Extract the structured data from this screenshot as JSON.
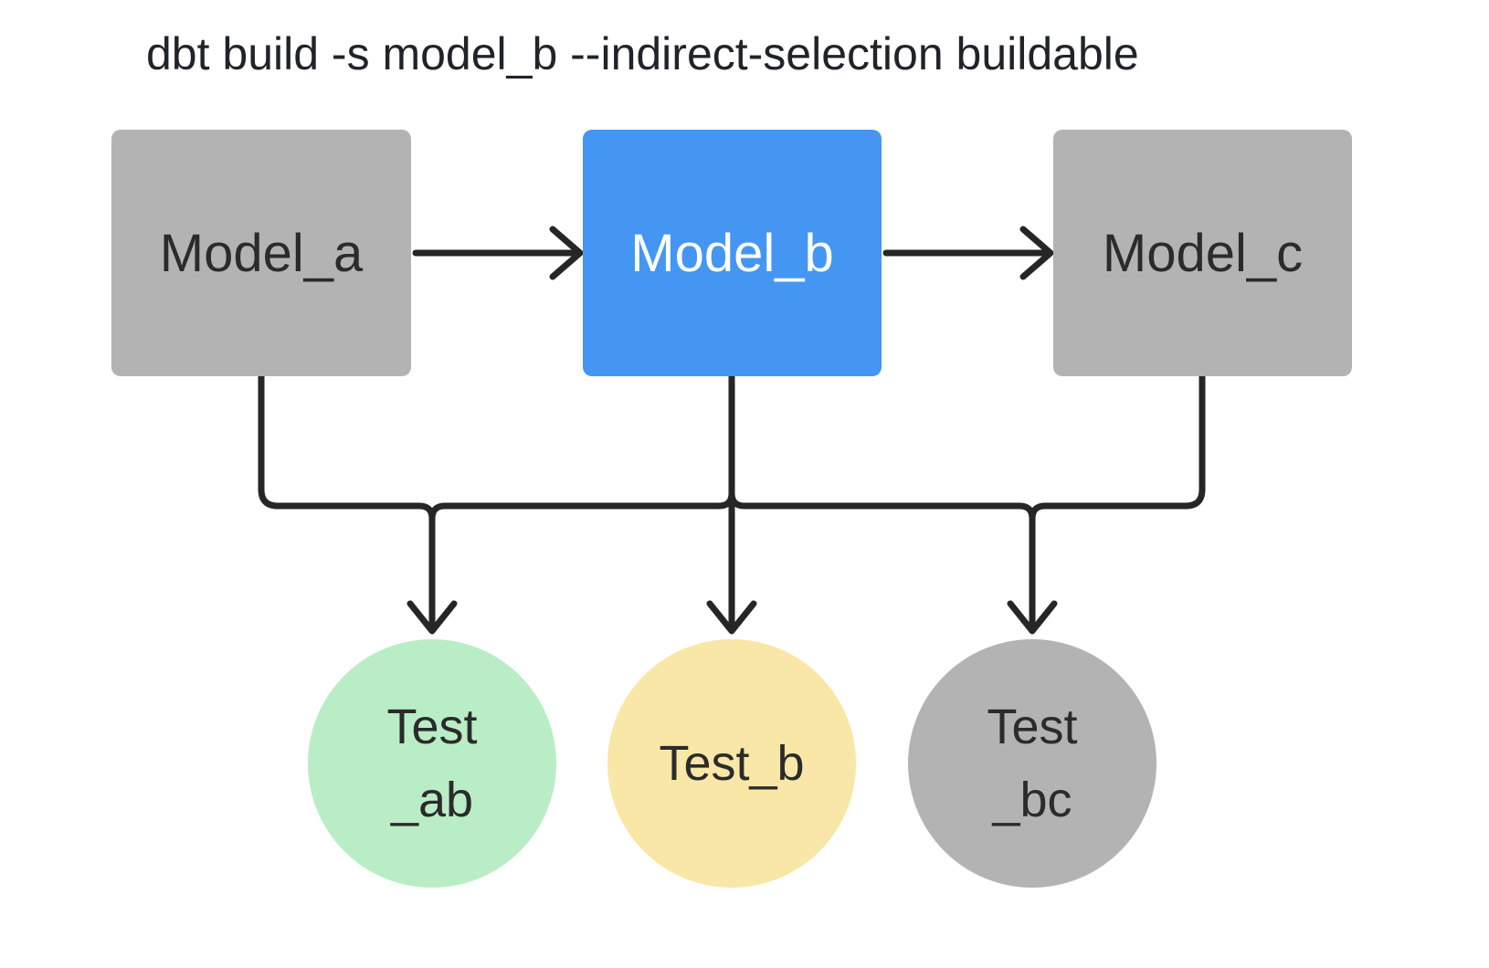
{
  "title": "dbt build -s model_b --indirect-selection buildable",
  "nodes": {
    "model_a": {
      "label": "Model_a",
      "type": "model",
      "fill": "#b3b3b3",
      "text_color": "#2b2b2b"
    },
    "model_b": {
      "label": "Model_b",
      "type": "model",
      "fill": "#4496f2",
      "text_color": "#ffffff"
    },
    "model_c": {
      "label": "Model_c",
      "type": "model",
      "fill": "#b3b3b3",
      "text_color": "#2b2b2b"
    },
    "test_ab": {
      "line1": "Test",
      "line2": "_ab",
      "type": "test",
      "fill": "#b9edc6"
    },
    "test_b": {
      "line1": "Test_b",
      "type": "test",
      "fill": "#f8e7a6"
    },
    "test_bc": {
      "line1": "Test",
      "line2": "_bc",
      "type": "test",
      "fill": "#b3b3b3"
    }
  },
  "edges": [
    {
      "from": "Model_a",
      "to": "Model_b"
    },
    {
      "from": "Model_b",
      "to": "Model_c"
    },
    {
      "from": "Model_a",
      "to": "Test_ab"
    },
    {
      "from": "Model_b",
      "to": "Test_ab"
    },
    {
      "from": "Model_b",
      "to": "Test_b"
    },
    {
      "from": "Model_b",
      "to": "Test_bc"
    },
    {
      "from": "Model_c",
      "to": "Test_bc"
    }
  ],
  "colors": {
    "selected_model_blue": "#4496f2",
    "unselected_gray": "#b3b3b3",
    "test_green": "#b9edc6",
    "test_yellow": "#f8e7a6",
    "edge_stroke": "#262626",
    "background": "#ffffff"
  }
}
